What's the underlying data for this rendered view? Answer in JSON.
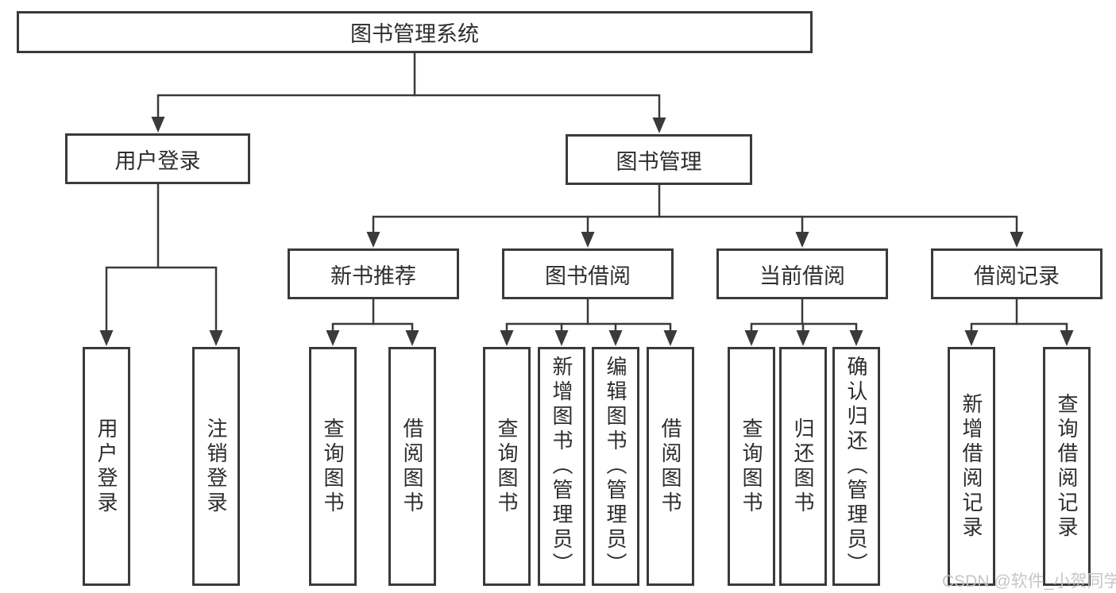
{
  "tree": {
    "title": "图书管理系统",
    "branches": [
      {
        "label": "用户登录",
        "children": [
          "用户登录",
          "注销登录"
        ]
      },
      {
        "label": "图书管理",
        "sections": [
          {
            "label": "新书推荐",
            "children": [
              "查询图书",
              "借阅图书"
            ]
          },
          {
            "label": "图书借阅",
            "children": [
              "查询图书",
              "新增图书（管理员）",
              "编辑图书（管理员）",
              "借阅图书"
            ]
          },
          {
            "label": "当前借阅",
            "children": [
              "查询图书",
              "归还图书",
              "确认归还（管理员）"
            ]
          },
          {
            "label": "借阅记录",
            "children": [
              "新增借阅记录",
              "查询借阅记录"
            ]
          }
        ]
      }
    ]
  },
  "watermark": "CSDN @软件_小贺同学",
  "colors": {
    "line": "#3a3a3a",
    "text": "#2d2d2d",
    "background": "#ffffff",
    "watermark": "#c3c3c3"
  }
}
